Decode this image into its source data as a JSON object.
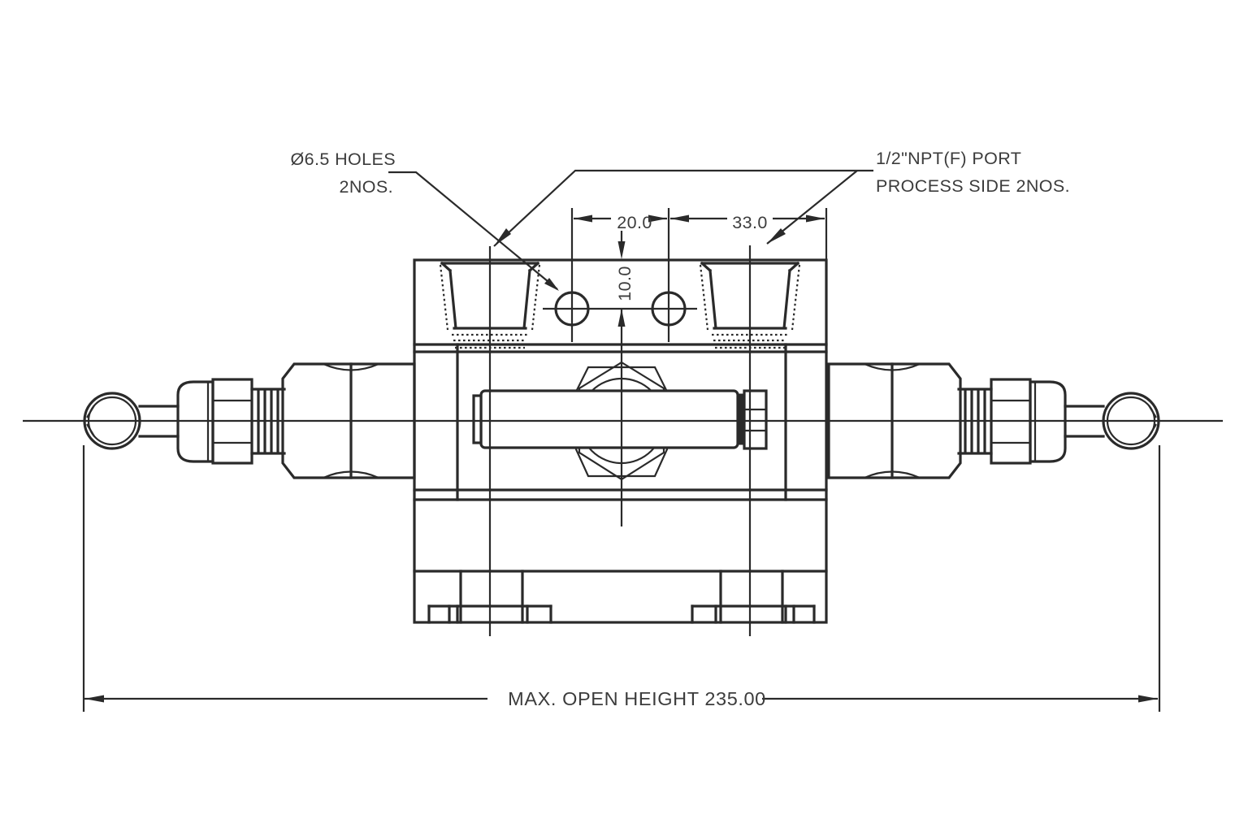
{
  "meta": {
    "background_color": "#ffffff",
    "line_color": "#2a2a2a",
    "text_color": "#3c3c3c",
    "drawing_type": "engineering dimension drawing, valve manifold front view"
  },
  "labels": {
    "holes": {
      "line1": "Ø6.5 HOLES",
      "line2": "2NOS."
    },
    "port": {
      "line1": "1/2\"NPT(F) PORT",
      "line2": "PROCESS SIDE 2NOS."
    }
  },
  "dimensions": {
    "hole_pitch": "20.0",
    "hole_to_edge": "33.0",
    "hole_offset_from_top": "10.0",
    "max_open_height": "MAX. OPEN HEIGHT 235.00"
  }
}
